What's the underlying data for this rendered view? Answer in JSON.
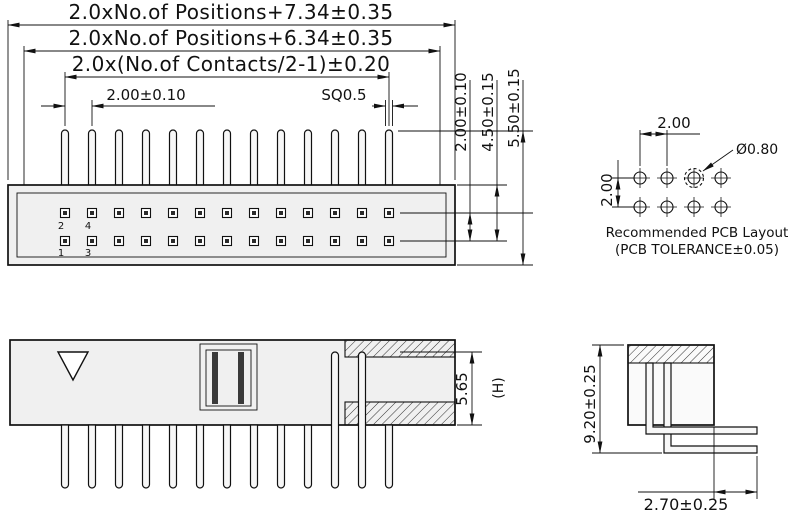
{
  "colors": {
    "ink": "#111111",
    "body_fill": "#f0f0f0",
    "pin_fill": "#f7f7f7",
    "contact_fill": "#2b2b2b"
  },
  "front_view": {
    "positions_shown": 13,
    "dim_overall": "2.0xNo.of Positions+7.34±0.35",
    "dim_inner_width": "2.0xNo.of Positions+6.34±0.35",
    "dim_contact_span": "2.0x(No.of Contacts/2-1)±0.20",
    "dim_pin_pitch": "2.00±0.10",
    "dim_pin_square": "SQ0.5",
    "dim_row_pitch": "2.00±0.10",
    "dim_body_height": "4.50±0.15",
    "dim_overall_height": "5.50±0.15",
    "pin_numbers": [
      "2",
      "4",
      "1",
      "3"
    ]
  },
  "pcb_layout": {
    "holes_shown": 8,
    "dim_hole_pitch_h": "2.00",
    "dim_hole_pitch_v": "2.00",
    "dim_hole_diameter": "Ø0.80",
    "caption": "Recommended PCB Layout",
    "tolerance_note": "(PCB TOLERANCE±0.05)"
  },
  "side_view": {
    "dim_height": "5.65",
    "height_symbol": "(H)"
  },
  "right_angle_view": {
    "dim_overall_height": "9.20±0.25",
    "dim_pin_tail": "2.70±0.25"
  }
}
